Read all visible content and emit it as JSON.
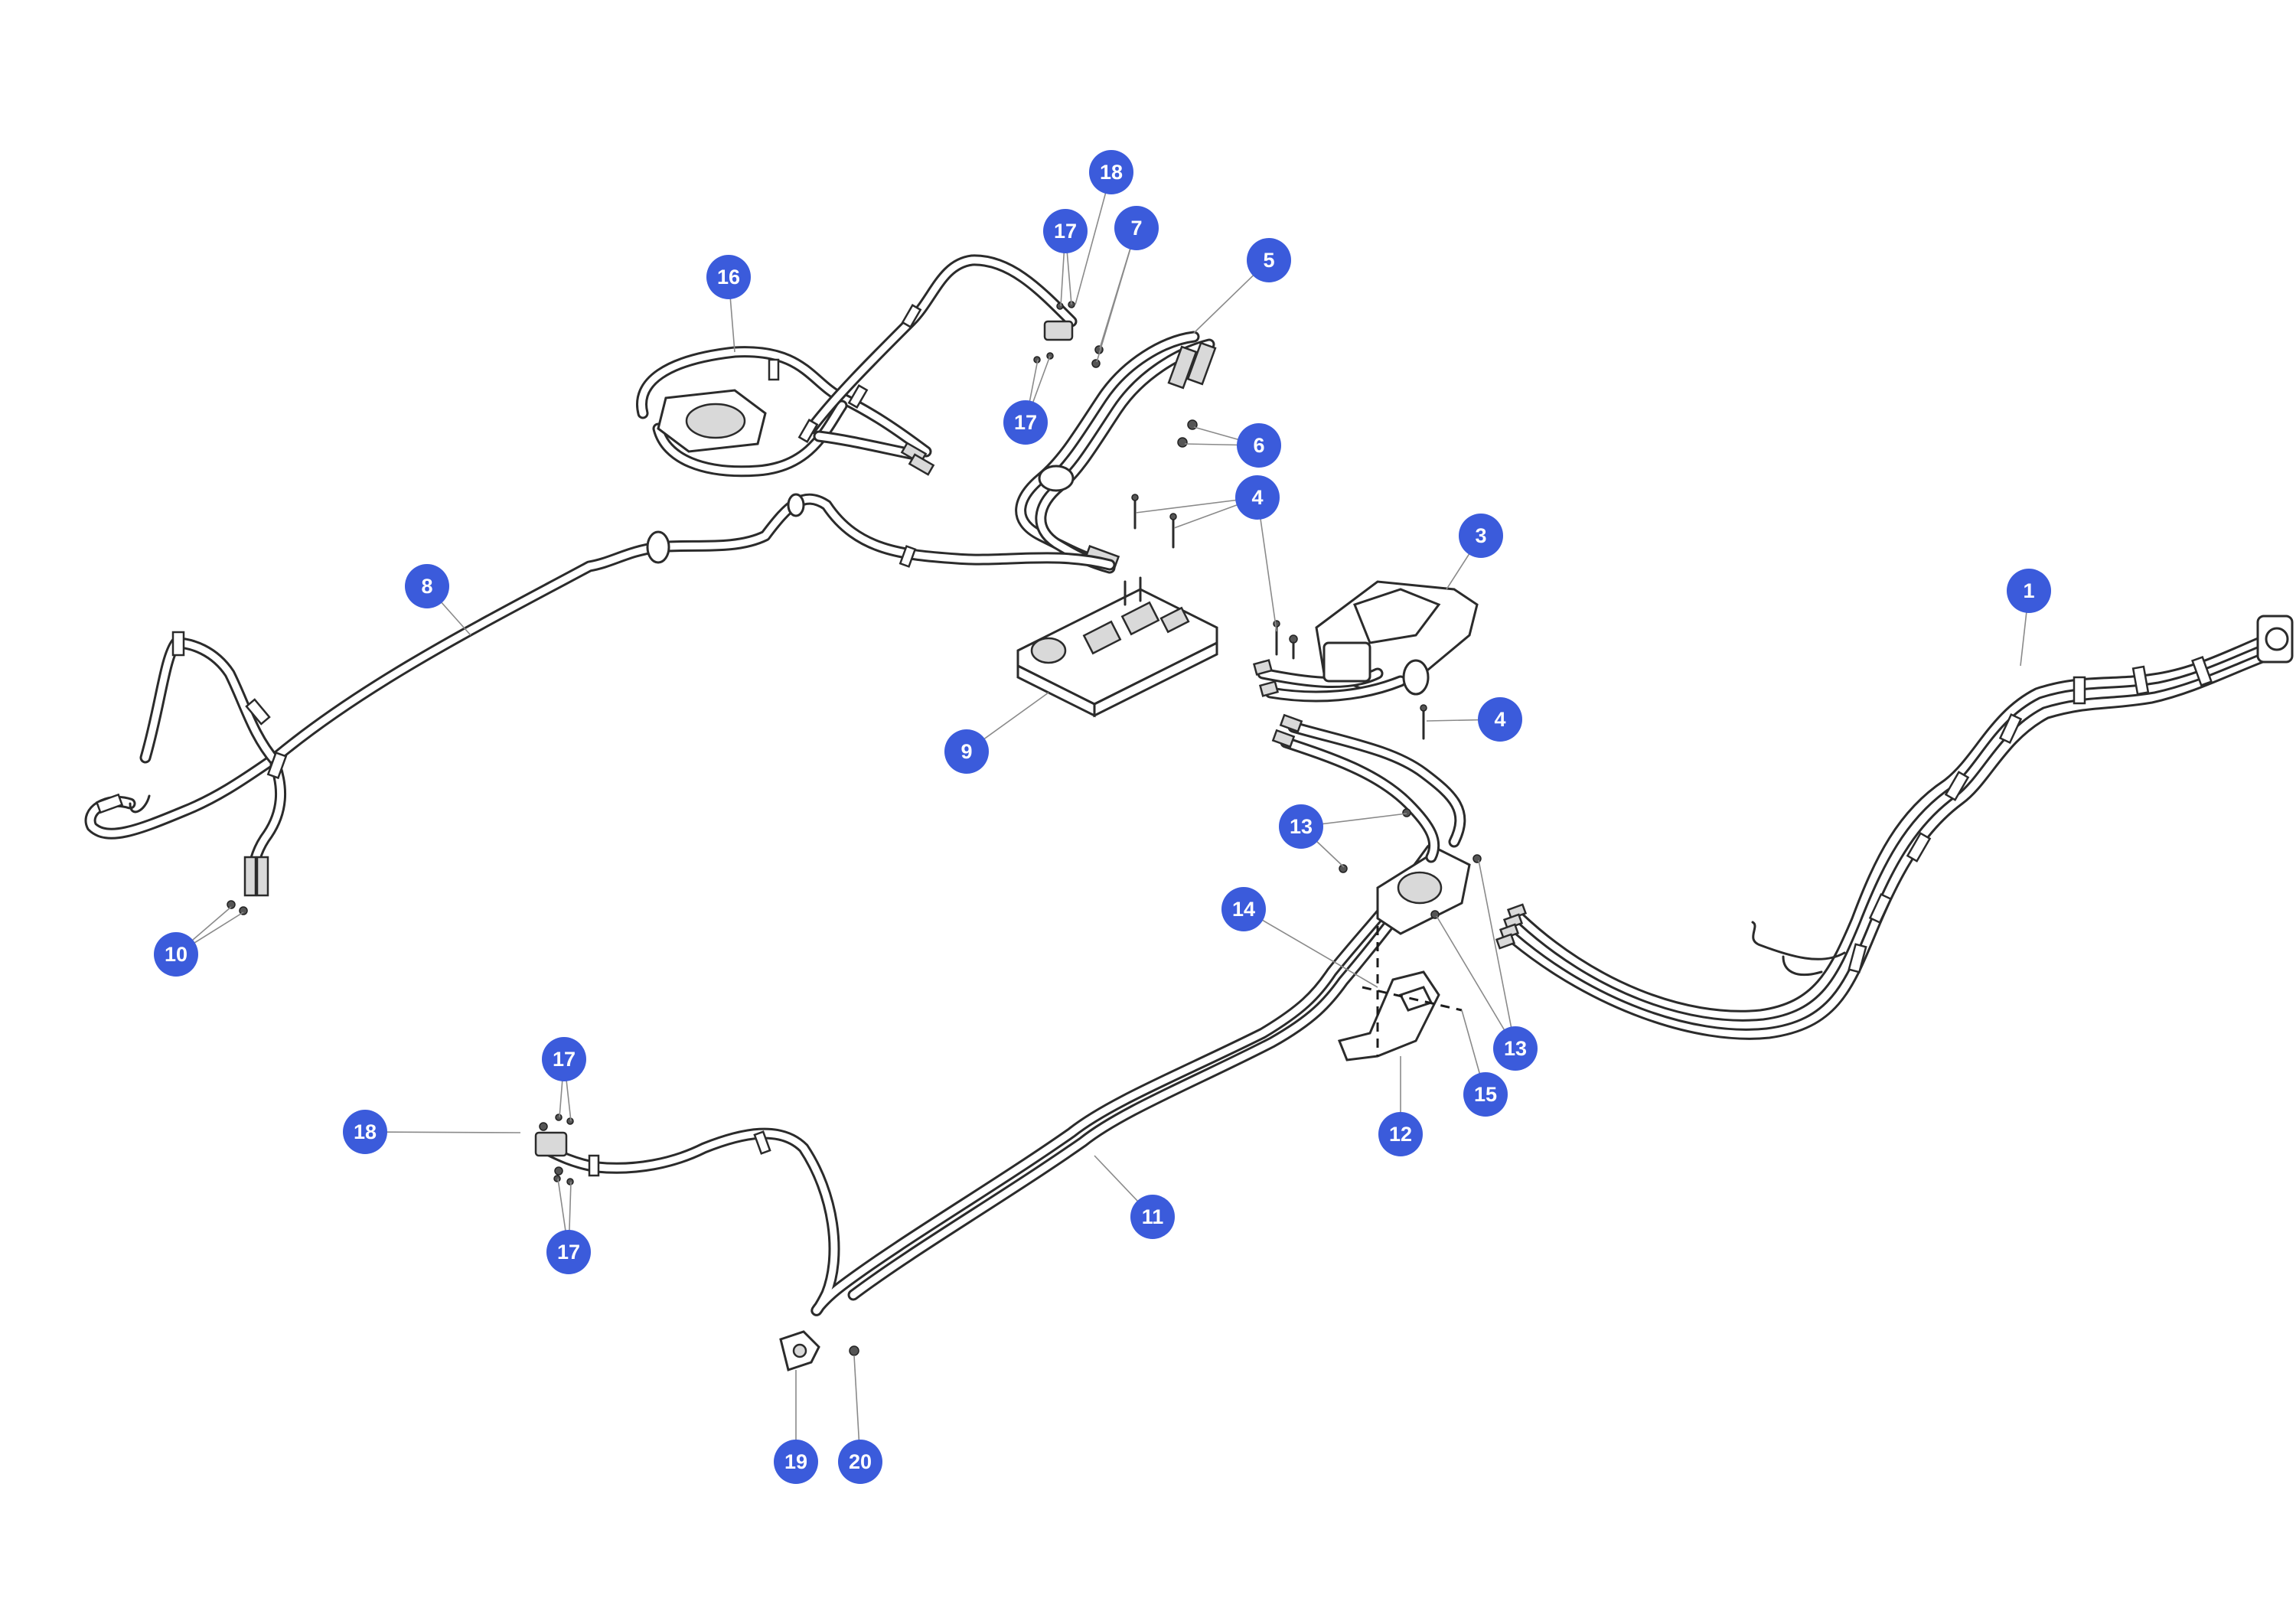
{
  "callouts": [
    {
      "id": "c1",
      "label": "1"
    },
    {
      "id": "c3",
      "label": "3"
    },
    {
      "id": "c4a",
      "label": "4"
    },
    {
      "id": "c4b",
      "label": "4"
    },
    {
      "id": "c5",
      "label": "5"
    },
    {
      "id": "c6",
      "label": "6"
    },
    {
      "id": "c7",
      "label": "7"
    },
    {
      "id": "c8",
      "label": "8"
    },
    {
      "id": "c9",
      "label": "9"
    },
    {
      "id": "c10",
      "label": "10"
    },
    {
      "id": "c11",
      "label": "11"
    },
    {
      "id": "c12",
      "label": "12"
    },
    {
      "id": "c13a",
      "label": "13"
    },
    {
      "id": "c13b",
      "label": "13"
    },
    {
      "id": "c14",
      "label": "14"
    },
    {
      "id": "c15",
      "label": "15"
    },
    {
      "id": "c16",
      "label": "16"
    },
    {
      "id": "c17a",
      "label": "17"
    },
    {
      "id": "c17b",
      "label": "17"
    },
    {
      "id": "c17c",
      "label": "17"
    },
    {
      "id": "c17d",
      "label": "17"
    },
    {
      "id": "c18a",
      "label": "18"
    },
    {
      "id": "c18b",
      "label": "18"
    },
    {
      "id": "c19",
      "label": "19"
    },
    {
      "id": "c20",
      "label": "20"
    }
  ],
  "colors": {
    "callout": "#3b5bdb",
    "line": "#2b2b2b",
    "leader": "#8a8a8a"
  }
}
